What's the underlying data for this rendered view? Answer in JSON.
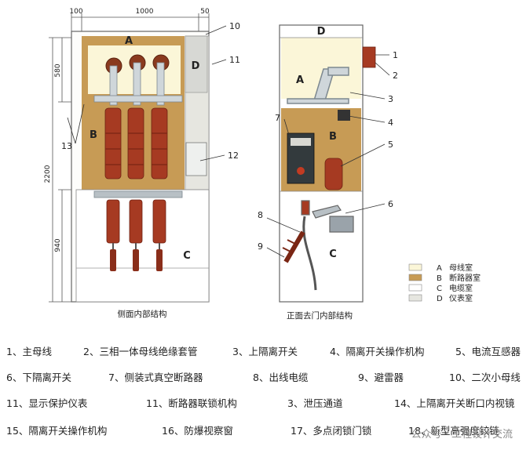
{
  "figure": {
    "dimensions": {
      "top": [
        "100",
        "1000",
        "50"
      ],
      "height_total": "2200",
      "height_upper": "580",
      "height_lower": "940"
    },
    "compartment_letters": {
      "side": [
        "A",
        "B",
        "C",
        "D"
      ],
      "front": [
        "D",
        "A",
        "B",
        "C"
      ]
    },
    "side_callouts": [
      "10",
      "11",
      "12",
      "13"
    ],
    "front_callouts": [
      "1",
      "2",
      "3",
      "4",
      "5",
      "6",
      "7",
      "8",
      "9"
    ],
    "captions": {
      "side": "侧面内部结构",
      "front": "正面去门内部结构"
    },
    "legend": [
      {
        "key": "A",
        "label": "母线室",
        "color": "#fbf6d8"
      },
      {
        "key": "B",
        "label": "断路器室",
        "color": "#c79b55"
      },
      {
        "key": "C",
        "label": "电缆室",
        "color": "#ffffff"
      },
      {
        "key": "D",
        "label": "仪表室",
        "color": "#e6e6e0"
      }
    ],
    "colors": {
      "busbar_room": "#fbf6d8",
      "breaker_room": "#c79b55",
      "insulator": "#a63a22",
      "metal": "#9aa3aa"
    }
  },
  "parts": [
    [
      "1、主母线",
      "2、三相一体母线绝缘套管",
      "3、上隔离开关",
      "4、隔离开关操作机构",
      "5、电流互感器"
    ],
    [
      "6、下隔离开关",
      "7、侧装式真空断路器",
      "8、出线电缆",
      "9、避雷器",
      "10、二次小母线"
    ],
    [
      "11、显示保护仪表",
      "11、断路器联锁机构",
      "3、泄压通道",
      "14、上隔离开关断口内视镜"
    ],
    [
      "15、隔离开关操作机构",
      "16、防爆视察窗",
      "17、多点闭锁门锁",
      "18、新型高强度铰链"
    ]
  ],
  "watermark": "公众号 · 工程设计交流"
}
